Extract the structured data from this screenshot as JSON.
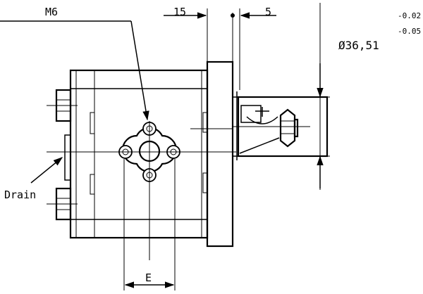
{
  "labels": {
    "thread": "M6",
    "dim_left": "15",
    "dim_right": "5",
    "tol_upper": "-0.02",
    "tol_lower": "-0.05",
    "diameter": "Ø36,51",
    "drain": "Drain",
    "width": "E"
  },
  "colors": {
    "line": "#000000",
    "background": "#ffffff"
  }
}
